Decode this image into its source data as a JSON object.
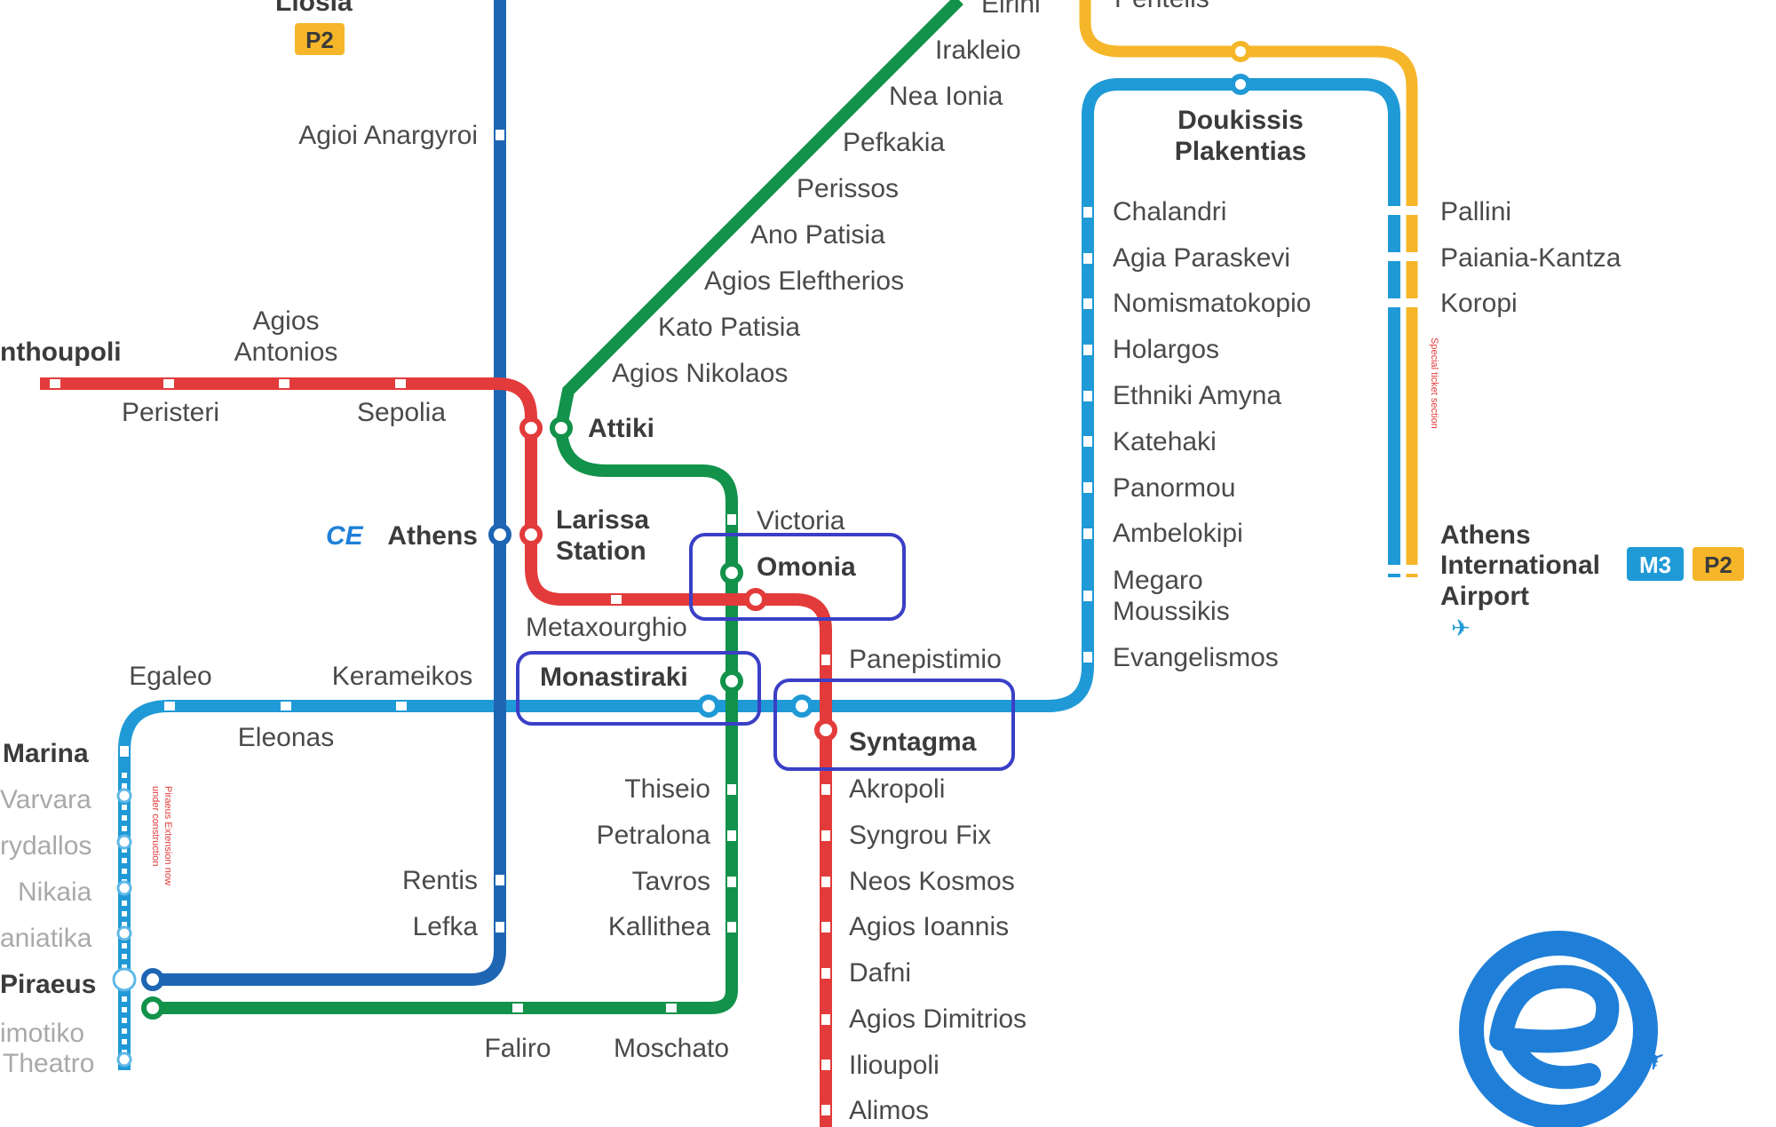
{
  "colors": {
    "line1": "#1e66b4",
    "line2": "#e33b3b",
    "line3": "#1f9ad6",
    "line4": "#12924a",
    "suburban": "#f6b629",
    "highlight": "#3a3fc6",
    "logo": "#1f7fd8"
  },
  "lines": [
    {
      "id": "line1-blue"
    },
    {
      "id": "line2-red"
    },
    {
      "id": "line3-lightblue"
    },
    {
      "id": "line4-green"
    },
    {
      "id": "suburban-yellow"
    }
  ],
  "stations": {
    "liosia": "Liosia",
    "agioi_anargyroi": "Agioi Anargyroi",
    "anthoupoli": "nthoupoli",
    "agios_antonios_1": "Agios",
    "agios_antonios_2": "Antonios",
    "peristeri": "Peristeri",
    "sepolia": "Sepolia",
    "attiki": "Attiki",
    "athens": "Athens",
    "larissa_1": "Larissa",
    "larissa_2": "Station",
    "victoria": "Victoria",
    "omonia": "Omonia",
    "metaxourghio": "Metaxourghio",
    "egaleo": "Egaleo",
    "kerameikos": "Kerameikos",
    "monastiraki": "Monastiraki",
    "eleonas": "Eleonas",
    "marina": "Marina",
    "varvara": "Varvara",
    "korydallos": "rydallos",
    "nikaia": "Nikaia",
    "maniatika": "aniatika",
    "piraeus": "Piraeus",
    "dimotiko_1": "imotiko",
    "dimotiko_2": "Theatro",
    "rentis": "Rentis",
    "lefka": "Lefka",
    "faliro": "Faliro",
    "moschato": "Moschato",
    "thiseio": "Thiseio",
    "petralona": "Petralona",
    "tavros": "Tavros",
    "kallithea": "Kallithea",
    "eirini": "Eirini",
    "irakleio": "Irakleio",
    "nea_ionia": "Nea Ionia",
    "pefkakia": "Pefkakia",
    "perissos": "Perissos",
    "ano_patisia": "Ano Patisia",
    "agios_eleftherios": "Agios Eleftherios",
    "kato_patisia": "Kato Patisia",
    "agios_nikolaos": "Agios Nikolaos",
    "panepistimio": "Panepistimio",
    "syntagma": "Syntagma",
    "akropoli": "Akropoli",
    "syngrou_fix": "Syngrou Fix",
    "neos_kosmos": "Neos Kosmos",
    "agios_ioannis": "Agios Ioannis",
    "dafni": "Dafni",
    "agios_dimitrios": "Agios Dimitrios",
    "ilioupoli": "Ilioupoli",
    "alimos": "Alimos",
    "penteli": "Pentelis",
    "doukissis_1": "Doukissis",
    "doukissis_2": "Plakentias",
    "chalandri": "Chalandri",
    "agia_paraskevi": "Agia Paraskevi",
    "nomismatokopio": "Nomismatokopio",
    "holargos": "Holargos",
    "ethniki_amyna": "Ethniki Amyna",
    "katehaki": "Katehaki",
    "panormou": "Panormou",
    "ambelokipi": "Ambelokipi",
    "megaro_1": "Megaro",
    "megaro_2": "Moussikis",
    "evangelismos": "Evangelismos",
    "pallini": "Pallini",
    "paiania": "Paiania-Kantza",
    "koropi": "Koropi",
    "airport_1": "Athens",
    "airport_2": "International",
    "airport_3": "Airport"
  },
  "badges": {
    "p2": "P2",
    "m3": "M3",
    "ose": "CE"
  },
  "notes": {
    "piraeus_ext_1": "Piraeus Extension now",
    "piraeus_ext_2": "under construction",
    "special_ticket": "Special ticket section"
  },
  "icons": {
    "airplane": "✈",
    "logo": "e-logo-icon"
  },
  "highlights": [
    "omonia",
    "monastiraki",
    "syntagma"
  ]
}
